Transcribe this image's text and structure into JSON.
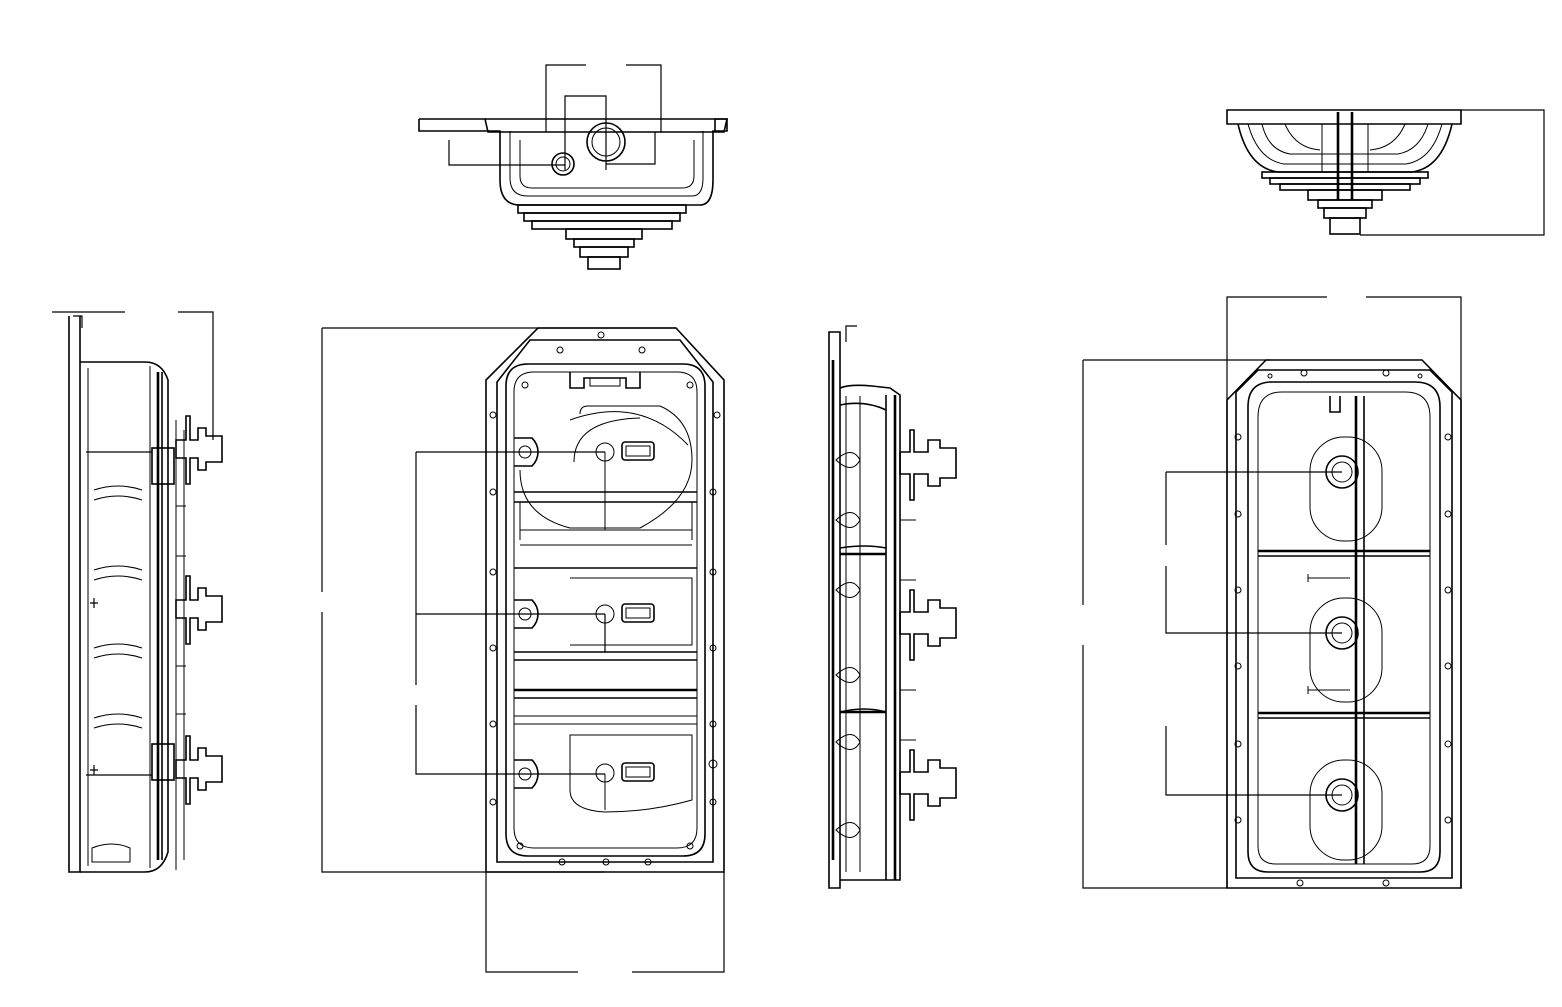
{
  "drawing": {
    "line_color": "#000000",
    "background": "#ffffff",
    "views": [
      "top-end-view",
      "right-end-view",
      "left-side-view",
      "front-view",
      "right-side-view",
      "bottom-view"
    ]
  }
}
